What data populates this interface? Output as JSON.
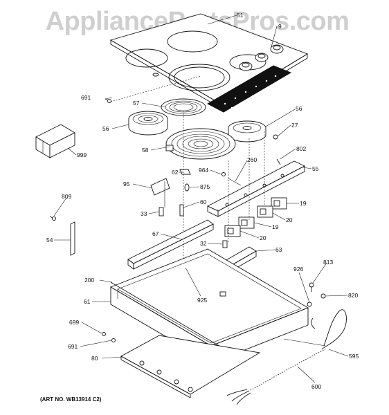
{
  "watermark": "AppliancePartsPros.com",
  "art_number": "(ART NO. WB13914 C2)",
  "callouts": [
    "51",
    "9",
    "691",
    "57",
    "56",
    "56",
    "27",
    "802",
    "999",
    "58",
    "964",
    "260",
    "55",
    "62",
    "95",
    "875",
    "809",
    "60",
    "19",
    "33",
    "20",
    "19",
    "54",
    "67",
    "20",
    "32",
    "63",
    "926",
    "813",
    "200",
    "925",
    "820",
    "61",
    "699",
    "691",
    "595",
    "80",
    "600"
  ]
}
